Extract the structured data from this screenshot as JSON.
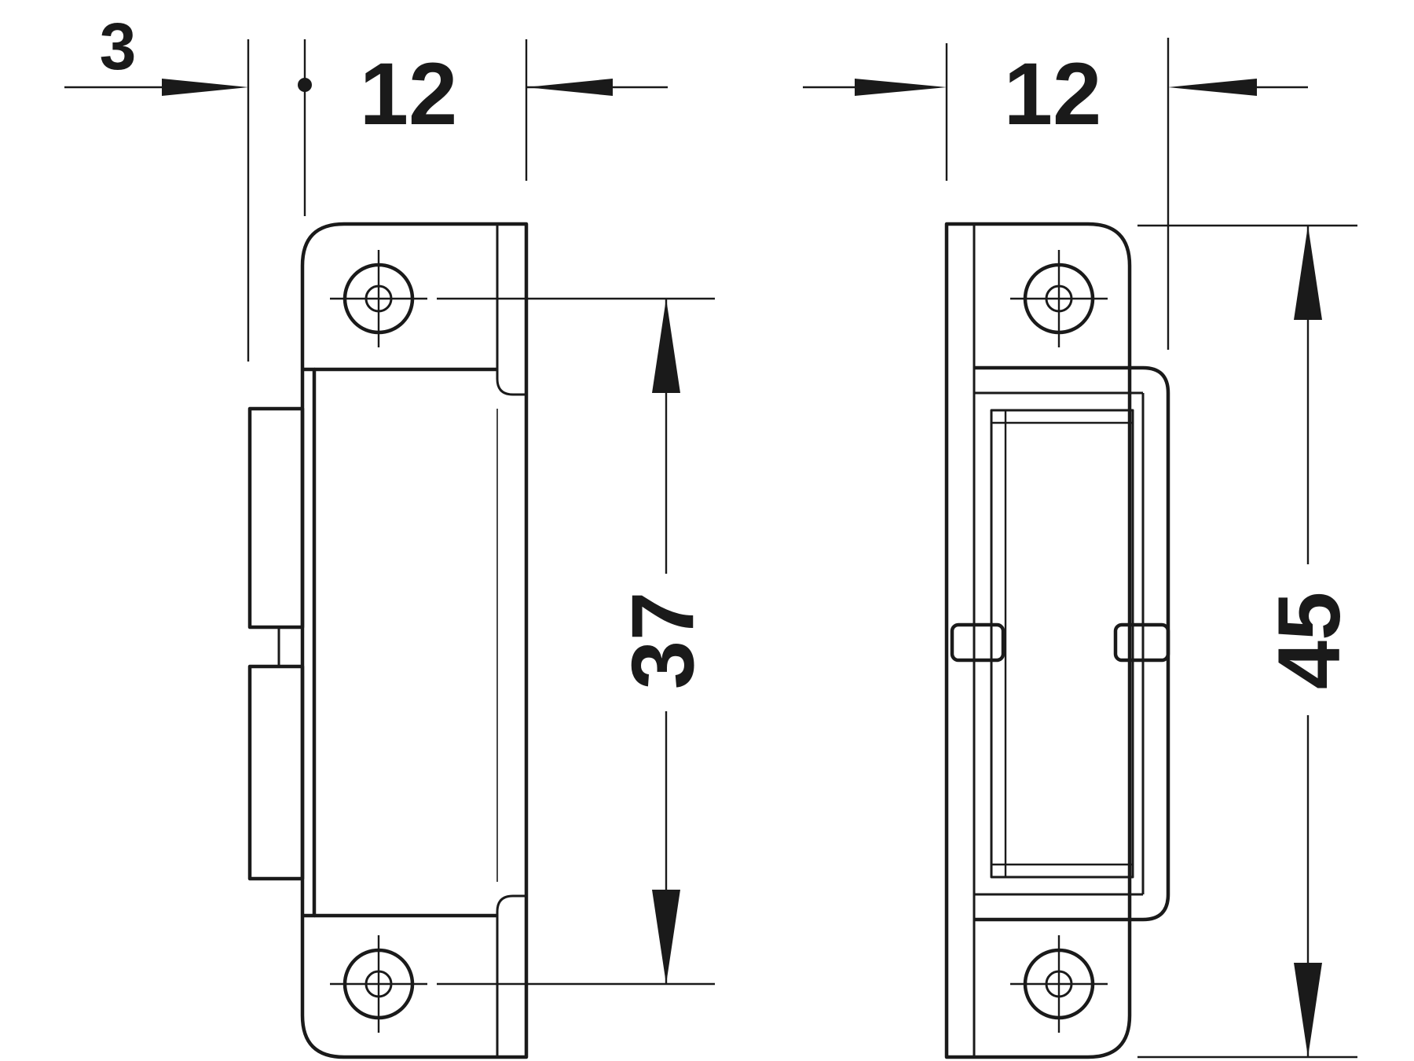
{
  "dimensions": {
    "offset_left": "3",
    "width_left": "12",
    "width_right": "12",
    "hole_spacing": "37",
    "overall_height": "45"
  },
  "colors": {
    "line": "#1a1a1a",
    "background": "#ffffff"
  }
}
